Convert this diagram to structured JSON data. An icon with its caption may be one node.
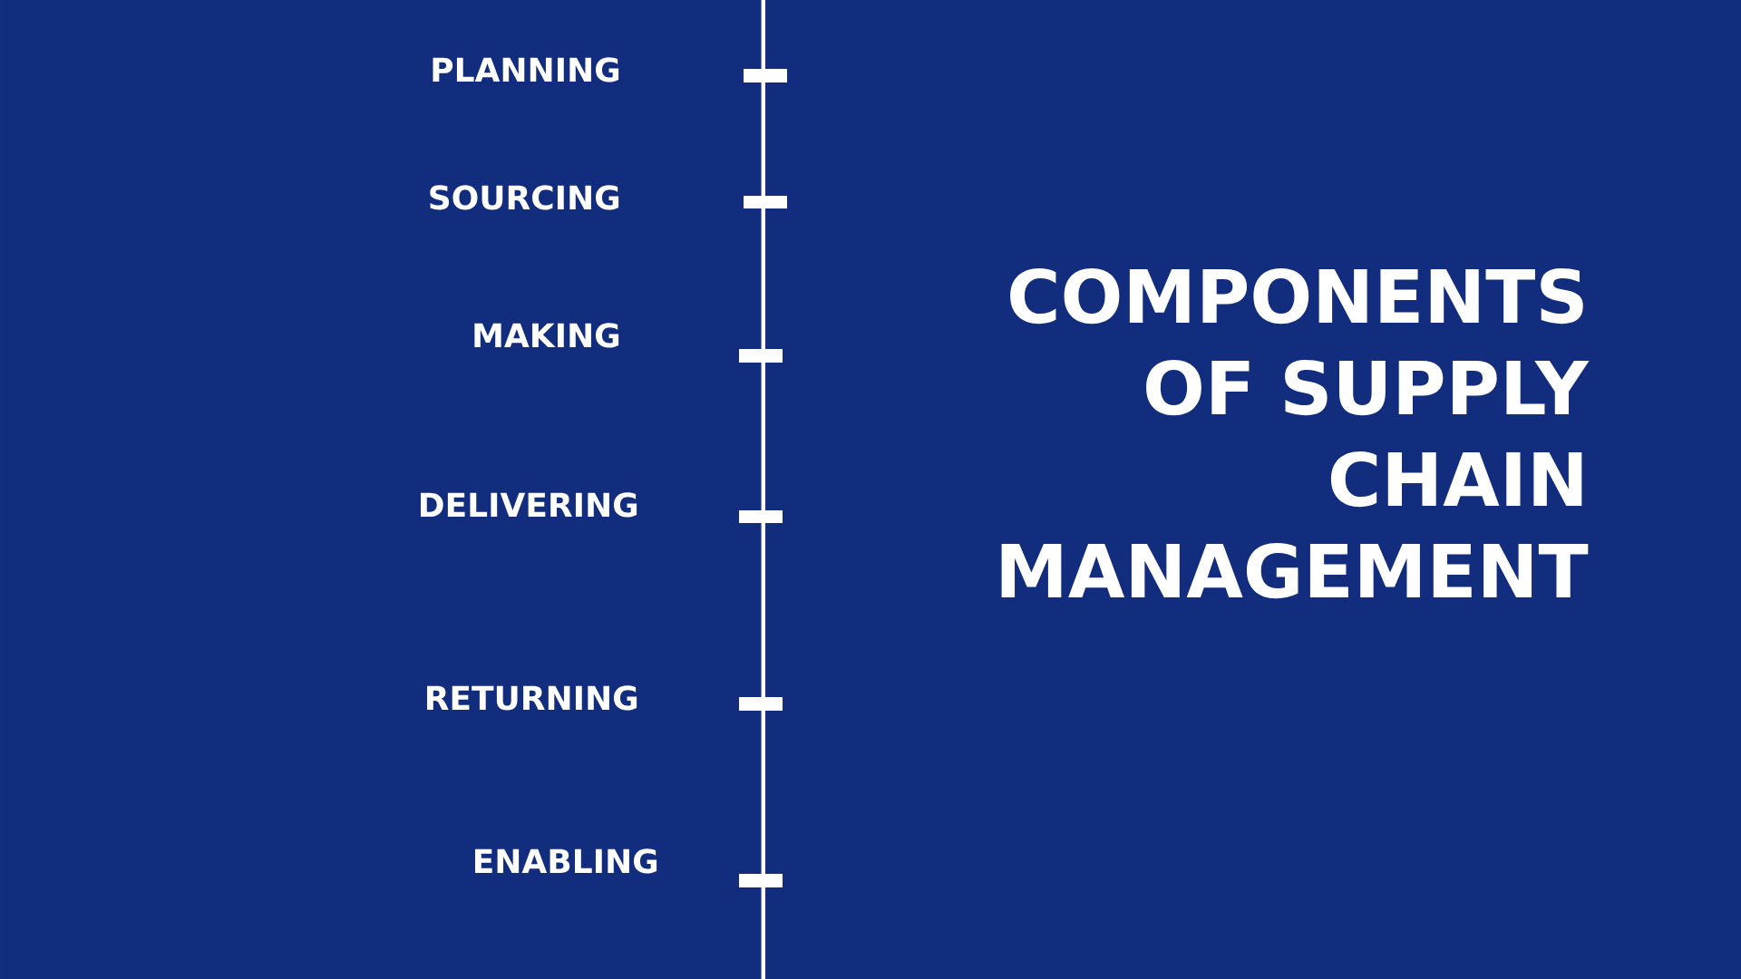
{
  "diagram": {
    "title": "COMPONENTS OF SUPPLY CHAIN MANAGEMENT",
    "labels": [
      "PLANNING",
      "SOURCING",
      "MAKING",
      "DELIVERING",
      "RETURNING",
      "ENABLING"
    ]
  }
}
